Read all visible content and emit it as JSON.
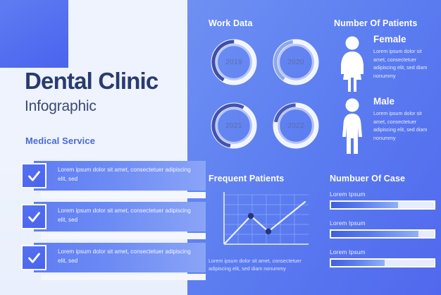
{
  "brand": {
    "title": "Dental Clinic",
    "subtitle": "Infographic",
    "section_label": "Medical Service",
    "accent_dark": "#2a3b6e",
    "accent_blue": "#4a6ad4",
    "background_blue": "#5b7cf0",
    "panel_light": "#eef3fd"
  },
  "checklist": {
    "items": [
      {
        "text": "Lorem ipsum dolor sit amet, consectetuer adipiscing elit, sed"
      },
      {
        "text": "Lorem ipsum dolor sit amet, consectetuer adipiscing elit, sed"
      },
      {
        "text": "Lorem ipsum dolor sit amet, consectetuer adipiscing elit, sed"
      }
    ],
    "icon": "check-icon"
  },
  "work_data": {
    "heading": "Work Data",
    "donuts": [
      {
        "year": "2019"
      },
      {
        "year": "2020"
      },
      {
        "year": "2021"
      },
      {
        "year": "2022"
      }
    ]
  },
  "patients": {
    "heading": "Number Of Patients",
    "groups": [
      {
        "title": "Female",
        "icon": "female-figure-icon",
        "text": "Lorem ipsum dolor sit amet, consectetuer adipiscing elit, sed diam nonummy"
      },
      {
        "title": "Male",
        "icon": "male-figure-icon",
        "text": "Lorem ipsum dolor sit amet, consectetuer adipiscing elit, sed diam nonummy"
      }
    ]
  },
  "frequent_patients": {
    "heading": "Frequent Patients",
    "caption": "Lorem ipsum dolor sit amet, consectetuer adipiscing elit, sed diam nonummy"
  },
  "cases": {
    "heading": "Numbuer Of Case",
    "bars": [
      {
        "label": "Lorem Ipsum",
        "percent": 65
      },
      {
        "label": "Lorem Ipsum",
        "percent": 85
      },
      {
        "label": "Lorem Ipsum",
        "percent": 52
      }
    ]
  },
  "chart_data": [
    {
      "type": "pie",
      "title": "Work Data",
      "subtype": "donut-set",
      "items": [
        {
          "label": "2019",
          "value": 42
        },
        {
          "label": "2020",
          "value": 38
        },
        {
          "label": "2021",
          "value": 55
        },
        {
          "label": "2022",
          "value": 22
        }
      ],
      "ylim": [
        0,
        100
      ]
    },
    {
      "type": "line",
      "title": "Frequent Patients",
      "x": [
        0,
        1,
        2,
        3,
        4
      ],
      "values": [
        0,
        62,
        28,
        55,
        90
      ],
      "markers": [
        1,
        2
      ],
      "xlabel": "",
      "ylabel": "",
      "ylim": [
        0,
        100
      ],
      "grid": true,
      "legend": "none"
    },
    {
      "type": "bar",
      "title": "Numbuer Of Case",
      "orientation": "horizontal",
      "categories": [
        "Lorem Ipsum",
        "Lorem Ipsum",
        "Lorem Ipsum"
      ],
      "values": [
        65,
        85,
        52
      ],
      "xlabel": "",
      "ylabel": "",
      "xlim": [
        0,
        100
      ]
    }
  ]
}
